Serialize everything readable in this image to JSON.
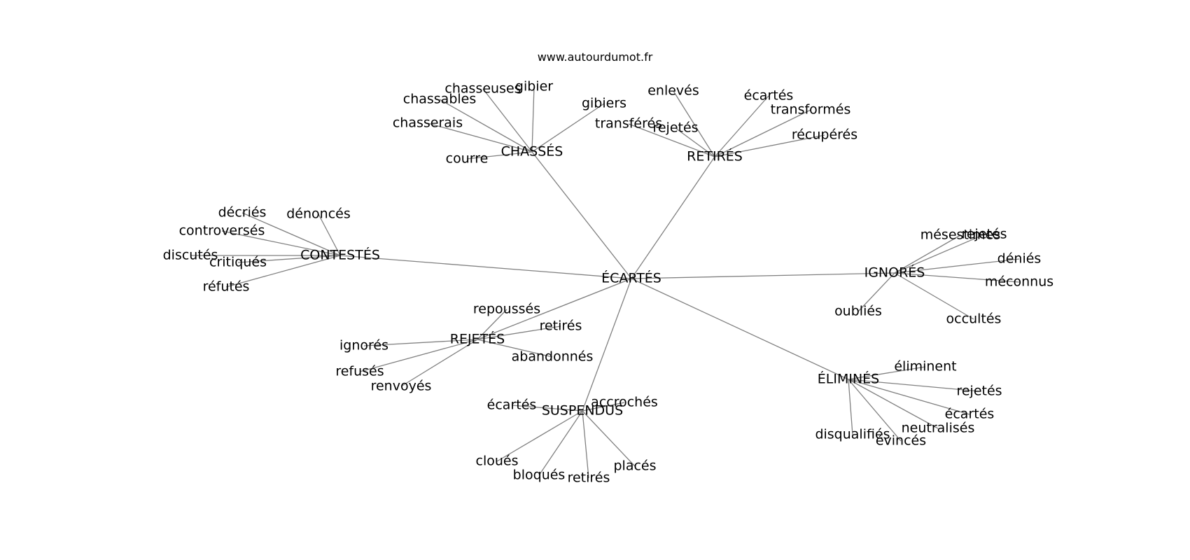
{
  "site": "www.autourdumot.fr",
  "root": {
    "id": "root",
    "label": "ÉCARTÉS"
  },
  "groups": [
    {
      "id": "chasses",
      "label": "CHASSÉS",
      "children": [
        "chasseuses",
        "gibier",
        "chassables",
        "gibiers",
        "chasserais",
        "courre"
      ]
    },
    {
      "id": "retires",
      "label": "RETIRÉS",
      "children": [
        "enlevés",
        "écartés",
        "transformés",
        "transférés",
        "rejetés",
        "récupérés"
      ]
    },
    {
      "id": "contestes",
      "label": "CONTESTÉS",
      "children": [
        "décriés",
        "dénoncés",
        "controversés",
        "discutés",
        "critiqués",
        "réfutés"
      ]
    },
    {
      "id": "ignores",
      "label": "IGNORÉS",
      "children": [
        "mésestimes",
        "rejetés",
        "déniés",
        "méconnus",
        "oubliés",
        "occultés"
      ]
    },
    {
      "id": "rejetes",
      "label": "REJETÉS",
      "children": [
        "repoussés",
        "retirés",
        "ignorés",
        "abandonnés",
        "refusés",
        "renvoyés"
      ]
    },
    {
      "id": "elimines",
      "label": "ÉLIMINÉS",
      "children": [
        "éliminent",
        "rejetés",
        "écartés",
        "neutralisés",
        "disqualifiés",
        "évincés"
      ]
    },
    {
      "id": "suspendus",
      "label": "SUSPENDUS",
      "children": [
        "écartés",
        "accrochés",
        "cloués",
        "bloqués",
        "retirés",
        "placés"
      ]
    }
  ]
}
